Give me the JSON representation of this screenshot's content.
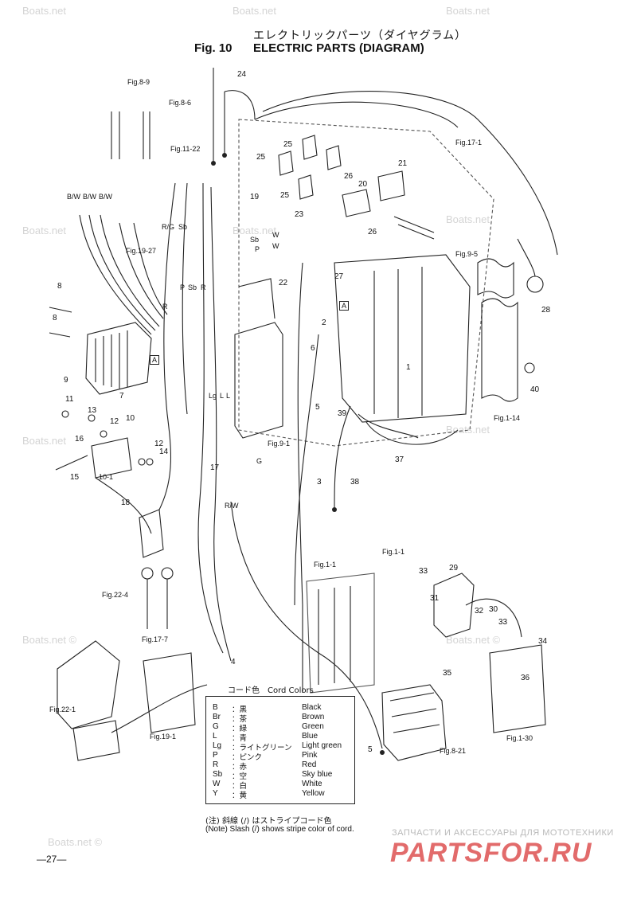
{
  "title": {
    "jp": "エレクトリックパーツ（ダイヤグラム）",
    "fig": "Fig. 10",
    "en": "ELECTRIC PARTS (DIAGRAM)"
  },
  "watermark": "Boats.net",
  "watermark_c": "Boats.net ©",
  "fig_refs": {
    "f89": "Fig.8-9",
    "f86": "Fig.8-6",
    "f1122": "Fig.11-22",
    "f1927": "Fig.19-27",
    "f171": "Fig.17-1",
    "f95": "Fig.9-5",
    "f114": "Fig.1-14",
    "f91": "Fig.9-1",
    "f224": "Fig.22-4",
    "f177": "Fig.17-7",
    "f11a": "Fig.1-1",
    "f11b": "Fig.1-1",
    "f221": "Fig.22-1",
    "f191": "Fig.19-1",
    "f821": "Fig.8-21",
    "f130": "Fig.1-30"
  },
  "wire_labels": {
    "bw1": "B/W",
    "bw2": "B/W",
    "bw3": "B/W",
    "rg": "R/G",
    "sb": "Sb",
    "p1": "P",
    "sb2": "Sb",
    "r1": "R",
    "sb3": "Sb",
    "w1": "W",
    "p2": "P",
    "w2": "W",
    "r2": "R",
    "lg": "Lg",
    "l1": "L",
    "l2": "L",
    "g": "G",
    "rw": "R/W",
    "a1": "A",
    "a2": "A",
    "sub": "10-1"
  },
  "part_numbers": [
    "1",
    "2",
    "3",
    "4",
    "5",
    "5",
    "6",
    "7",
    "8",
    "8",
    "9",
    "10",
    "11",
    "12",
    "12",
    "13",
    "14",
    "15",
    "16",
    "17",
    "18",
    "19",
    "20",
    "21",
    "22",
    "23",
    "24",
    "25",
    "25",
    "25",
    "26",
    "26",
    "27",
    "28",
    "29",
    "30",
    "31",
    "32",
    "33",
    "33",
    "34",
    "35",
    "36",
    "37",
    "38",
    "39",
    "40"
  ],
  "legend": {
    "title": "コード色　Cord Colors",
    "rows": [
      {
        "code": "B",
        "jp": "：黒",
        "en": "Black"
      },
      {
        "code": "Br",
        "jp": "：茶",
        "en": "Brown"
      },
      {
        "code": "G",
        "jp": "：緑",
        "en": "Green"
      },
      {
        "code": "L",
        "jp": "：青",
        "en": "Blue"
      },
      {
        "code": "Lg",
        "jp": "：ライトグリーン",
        "en": "Light green"
      },
      {
        "code": "P",
        "jp": "：ピンク",
        "en": "Pink"
      },
      {
        "code": "R",
        "jp": "：赤",
        "en": "Red"
      },
      {
        "code": "Sb",
        "jp": "：空",
        "en": "Sky blue"
      },
      {
        "code": "W",
        "jp": "：白",
        "en": "White"
      },
      {
        "code": "Y",
        "jp": "：黄",
        "en": "Yellow"
      }
    ]
  },
  "note": {
    "jp": "(注) 斜線 (/) はストライプコード色",
    "en": "(Note)   Slash (/) shows stripe color of cord."
  },
  "page_number": "—27—",
  "brand": {
    "tagline": "ЗАПЧАСТИ И АКСЕССУАРЫ ДЛЯ МОТОТЕХНИКИ",
    "logo": "PARTSFOR.RU"
  }
}
